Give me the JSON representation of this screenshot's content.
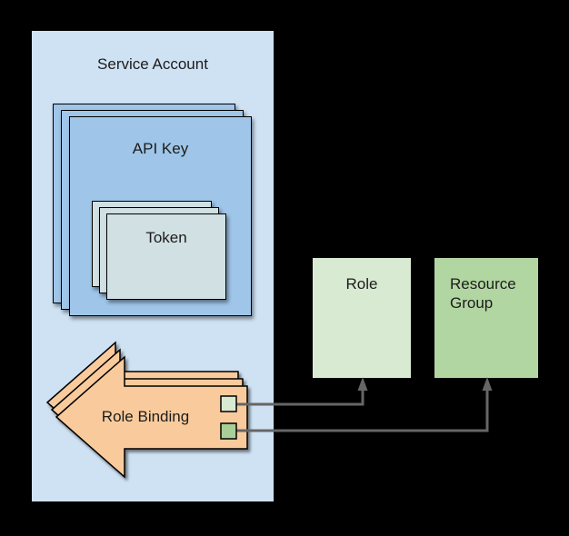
{
  "diagram": {
    "background_color": "#000000",
    "nodes": {
      "service_account": {
        "label": "Service Account",
        "fill": "#cfe2f3"
      },
      "api_key": {
        "label": "API Key",
        "fill": "#9fc5e8",
        "stack_count": 3
      },
      "token": {
        "label": "Token",
        "fill": "#d0e0e3",
        "stack_count": 3
      },
      "role_binding": {
        "label": "Role Binding",
        "fill": "#f9cb9c",
        "stack_count": 3,
        "shape": "left-arrow"
      },
      "role": {
        "label": "Role",
        "fill": "#d9ead3"
      },
      "resource_group": {
        "label": "Resource Group",
        "fill": "#b2d6a2"
      }
    },
    "swatches": {
      "role_ref": {
        "fill": "#d9ead3",
        "border": "#000000"
      },
      "resource_group_ref": {
        "fill": "#a8cf97",
        "border": "#000000"
      }
    },
    "connectors": {
      "color": "#666666",
      "items": [
        {
          "from": "role_binding",
          "to": "role"
        },
        {
          "from": "role_binding",
          "to": "resource_group"
        }
      ]
    }
  }
}
